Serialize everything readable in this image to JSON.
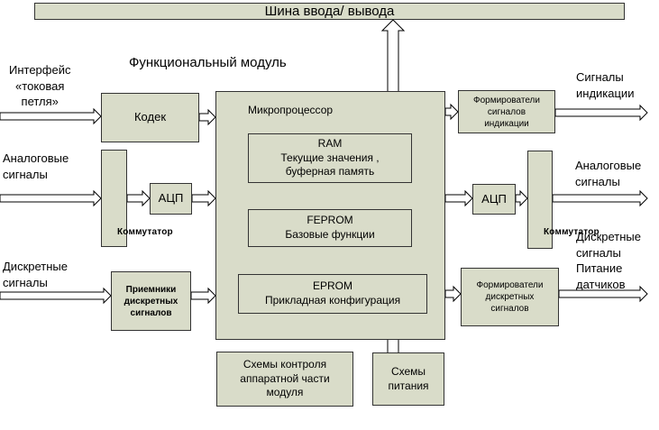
{
  "bus": {
    "label": "Шина ввода/ вывода"
  },
  "module": {
    "title": "Функциональный модуль"
  },
  "inputs": {
    "current_loop": "Интерфейс\n«токовая\nпетля»",
    "analog": "Аналоговые\nсигналы",
    "discrete": "Дискретные\nсигналы"
  },
  "blocks": {
    "codec": "Кодек",
    "switch_in": "Коммутатор",
    "adc_in": "АЦП",
    "receivers": "Приемники\nдискретных\nсигналов",
    "microprocessor": "Микропроцессор",
    "ram": "RAM\nТекущие значения   ,\nбуферная память",
    "feprom": "FEPROM\nБазовые функции",
    "eprom": "EPROM\nПрикладная конфигурация",
    "hw_control": "Схемы контроля\nаппаратной части\nмодуля",
    "power": "Схемы\nпитания",
    "indication_formers": "Формирователи\nсигналов\nиндикации",
    "adc_out": "АЦП",
    "switch_out": "Коммутатор",
    "discrete_formers": "Формирователи\nдискретных\nсигналов"
  },
  "outputs": {
    "indication": "Сигналы\nиндикации",
    "analog": "Аналоговые\nсигналы",
    "discrete": "Дискретные\nсигналы\nПитание\nдатчиков"
  }
}
